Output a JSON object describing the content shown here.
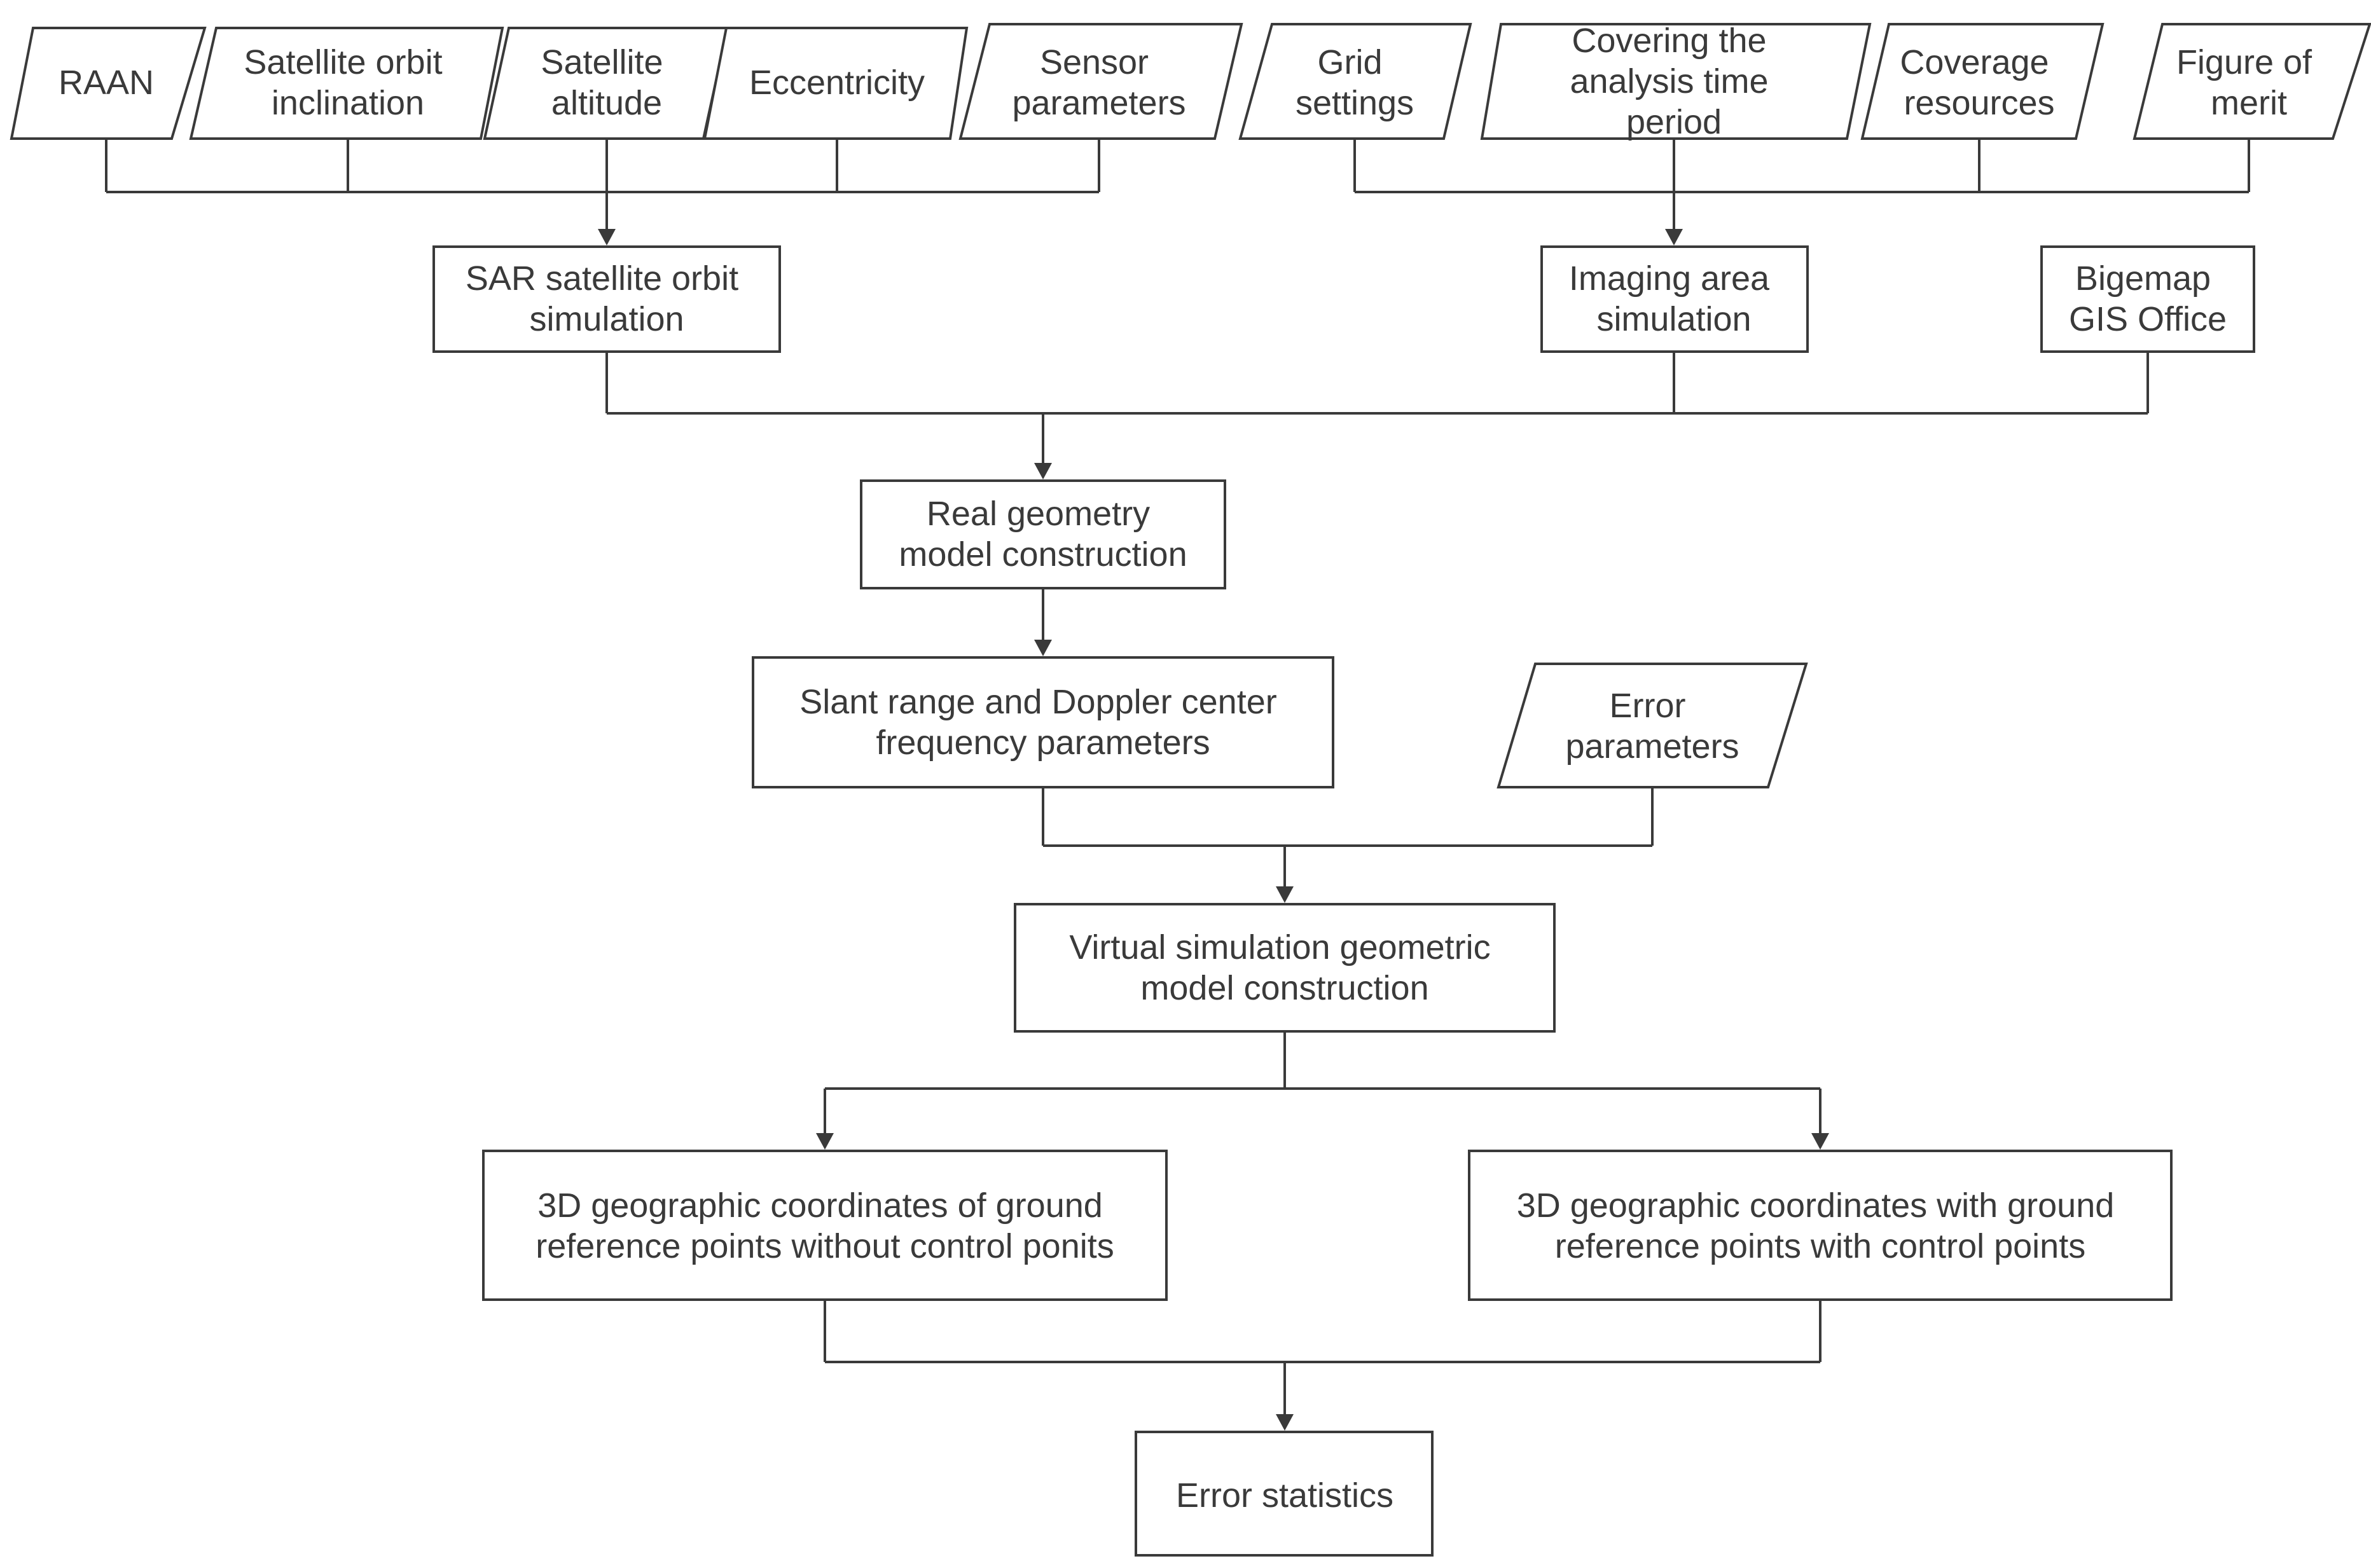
{
  "inputs": {
    "raan": [
      "RAAN"
    ],
    "inclination": [
      "Satellite orbit",
      "inclination"
    ],
    "altitude": [
      "Satellite",
      "altitude"
    ],
    "eccentricity": [
      "Eccentricity"
    ],
    "sensor": [
      "Sensor",
      "parameters"
    ],
    "grid": [
      "Grid",
      "settings"
    ],
    "covering": [
      "Covering the",
      "analysis time",
      "period"
    ],
    "coverage": [
      "Coverage",
      "resources"
    ],
    "figure_of_merit": [
      "Figure of",
      "merit"
    ],
    "error_params": [
      "Error",
      "parameters"
    ]
  },
  "processes": {
    "sar_orbit": [
      "SAR satellite orbit",
      "simulation"
    ],
    "imaging_area": [
      "Imaging area",
      "simulation"
    ],
    "bigemap": [
      "Bigemap",
      "GIS Office"
    ],
    "real_geometry": [
      "Real geometry",
      "model construction"
    ],
    "slant_range": [
      "Slant range and Doppler center",
      "frequency parameters"
    ],
    "virtual_sim": [
      "Virtual simulation geometric",
      "model construction"
    ],
    "coords_without": [
      "3D geographic coordinates of ground",
      "reference points without control ponits"
    ],
    "coords_with": [
      "3D geographic coordinates with ground",
      "reference points with control points"
    ],
    "error_stats": [
      "Error statistics"
    ]
  }
}
